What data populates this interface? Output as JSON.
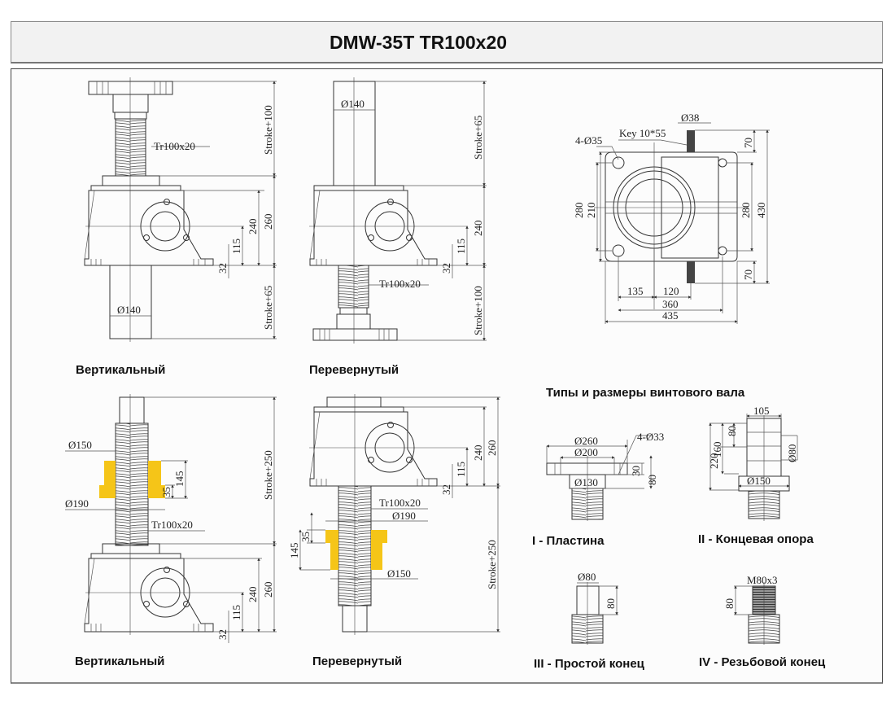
{
  "header": {
    "title": "DMW-35T TR100x20"
  },
  "drawings": {
    "upright_top": {
      "caption": "Вертикальный",
      "thread": "Tr100x20",
      "stroke_top": "Stroke+100",
      "stroke_bottom": "Stroke+65",
      "dim_260": "260",
      "dim_240": "240",
      "dim_115": "115",
      "dim_32": "32",
      "tube_dia": "Ø140"
    },
    "inverted_top": {
      "caption": "Перевернутый",
      "tube_dia": "Ø140",
      "stroke_top": "Stroke+65",
      "stroke_bottom": "Stroke+100",
      "thread": "Tr100x20",
      "dim_240": "240",
      "dim_115": "115",
      "dim_32": "32"
    },
    "plan_view": {
      "holes": "4-Ø35",
      "key": "Key 10*55",
      "shaft_dia": "Ø38",
      "dim_280_left": "280",
      "dim_210": "210",
      "dim_280_right": "280",
      "dim_430": "430",
      "dim_70_top": "70",
      "dim_70_bottom": "70",
      "dim_135": "135",
      "dim_120": "120",
      "dim_360": "360",
      "dim_435": "435"
    },
    "upright_nut": {
      "caption": "Вертикальный",
      "nut_dia_top": "Ø150",
      "nut_dia_flange": "Ø190",
      "dim_145": "145",
      "dim_35": "35",
      "thread": "Tr100x20",
      "stroke": "Stroke+250",
      "dim_260": "260",
      "dim_240": "240",
      "dim_115": "115",
      "dim_32": "32"
    },
    "inverted_nut": {
      "caption": "Перевернутый",
      "dim_260": "260",
      "dim_240": "240",
      "dim_115": "115",
      "dim_32": "32",
      "thread": "Tr100x20",
      "nut_dia_flange": "Ø190",
      "nut_dia_body": "Ø150",
      "dim_145": "145",
      "dim_35": "35",
      "stroke": "Stroke+250"
    }
  },
  "shaft_types": {
    "title": "Типы и размеры винтового вала",
    "plate": {
      "caption": "I - Пластина",
      "d260": "Ø260",
      "d200": "Ø200",
      "holes": "4-Ø33",
      "d130": "Ø130",
      "h30": "30",
      "h80": "80"
    },
    "end_support": {
      "caption": "II - Концевая опора",
      "w105": "105",
      "h220": "220",
      "h160": "160",
      "h80": "80",
      "d80": "Ø80",
      "d150": "Ø150"
    },
    "plain_end": {
      "caption": "III - Простой конец",
      "d80": "Ø80",
      "h80": "80"
    },
    "threaded_end": {
      "caption": "IV - Резьбовой конец",
      "thread": "M80x3",
      "h80": "80"
    }
  },
  "colors": {
    "nut": "#f5c518",
    "line": "#333333",
    "title_bg": "#f2f2f2"
  }
}
